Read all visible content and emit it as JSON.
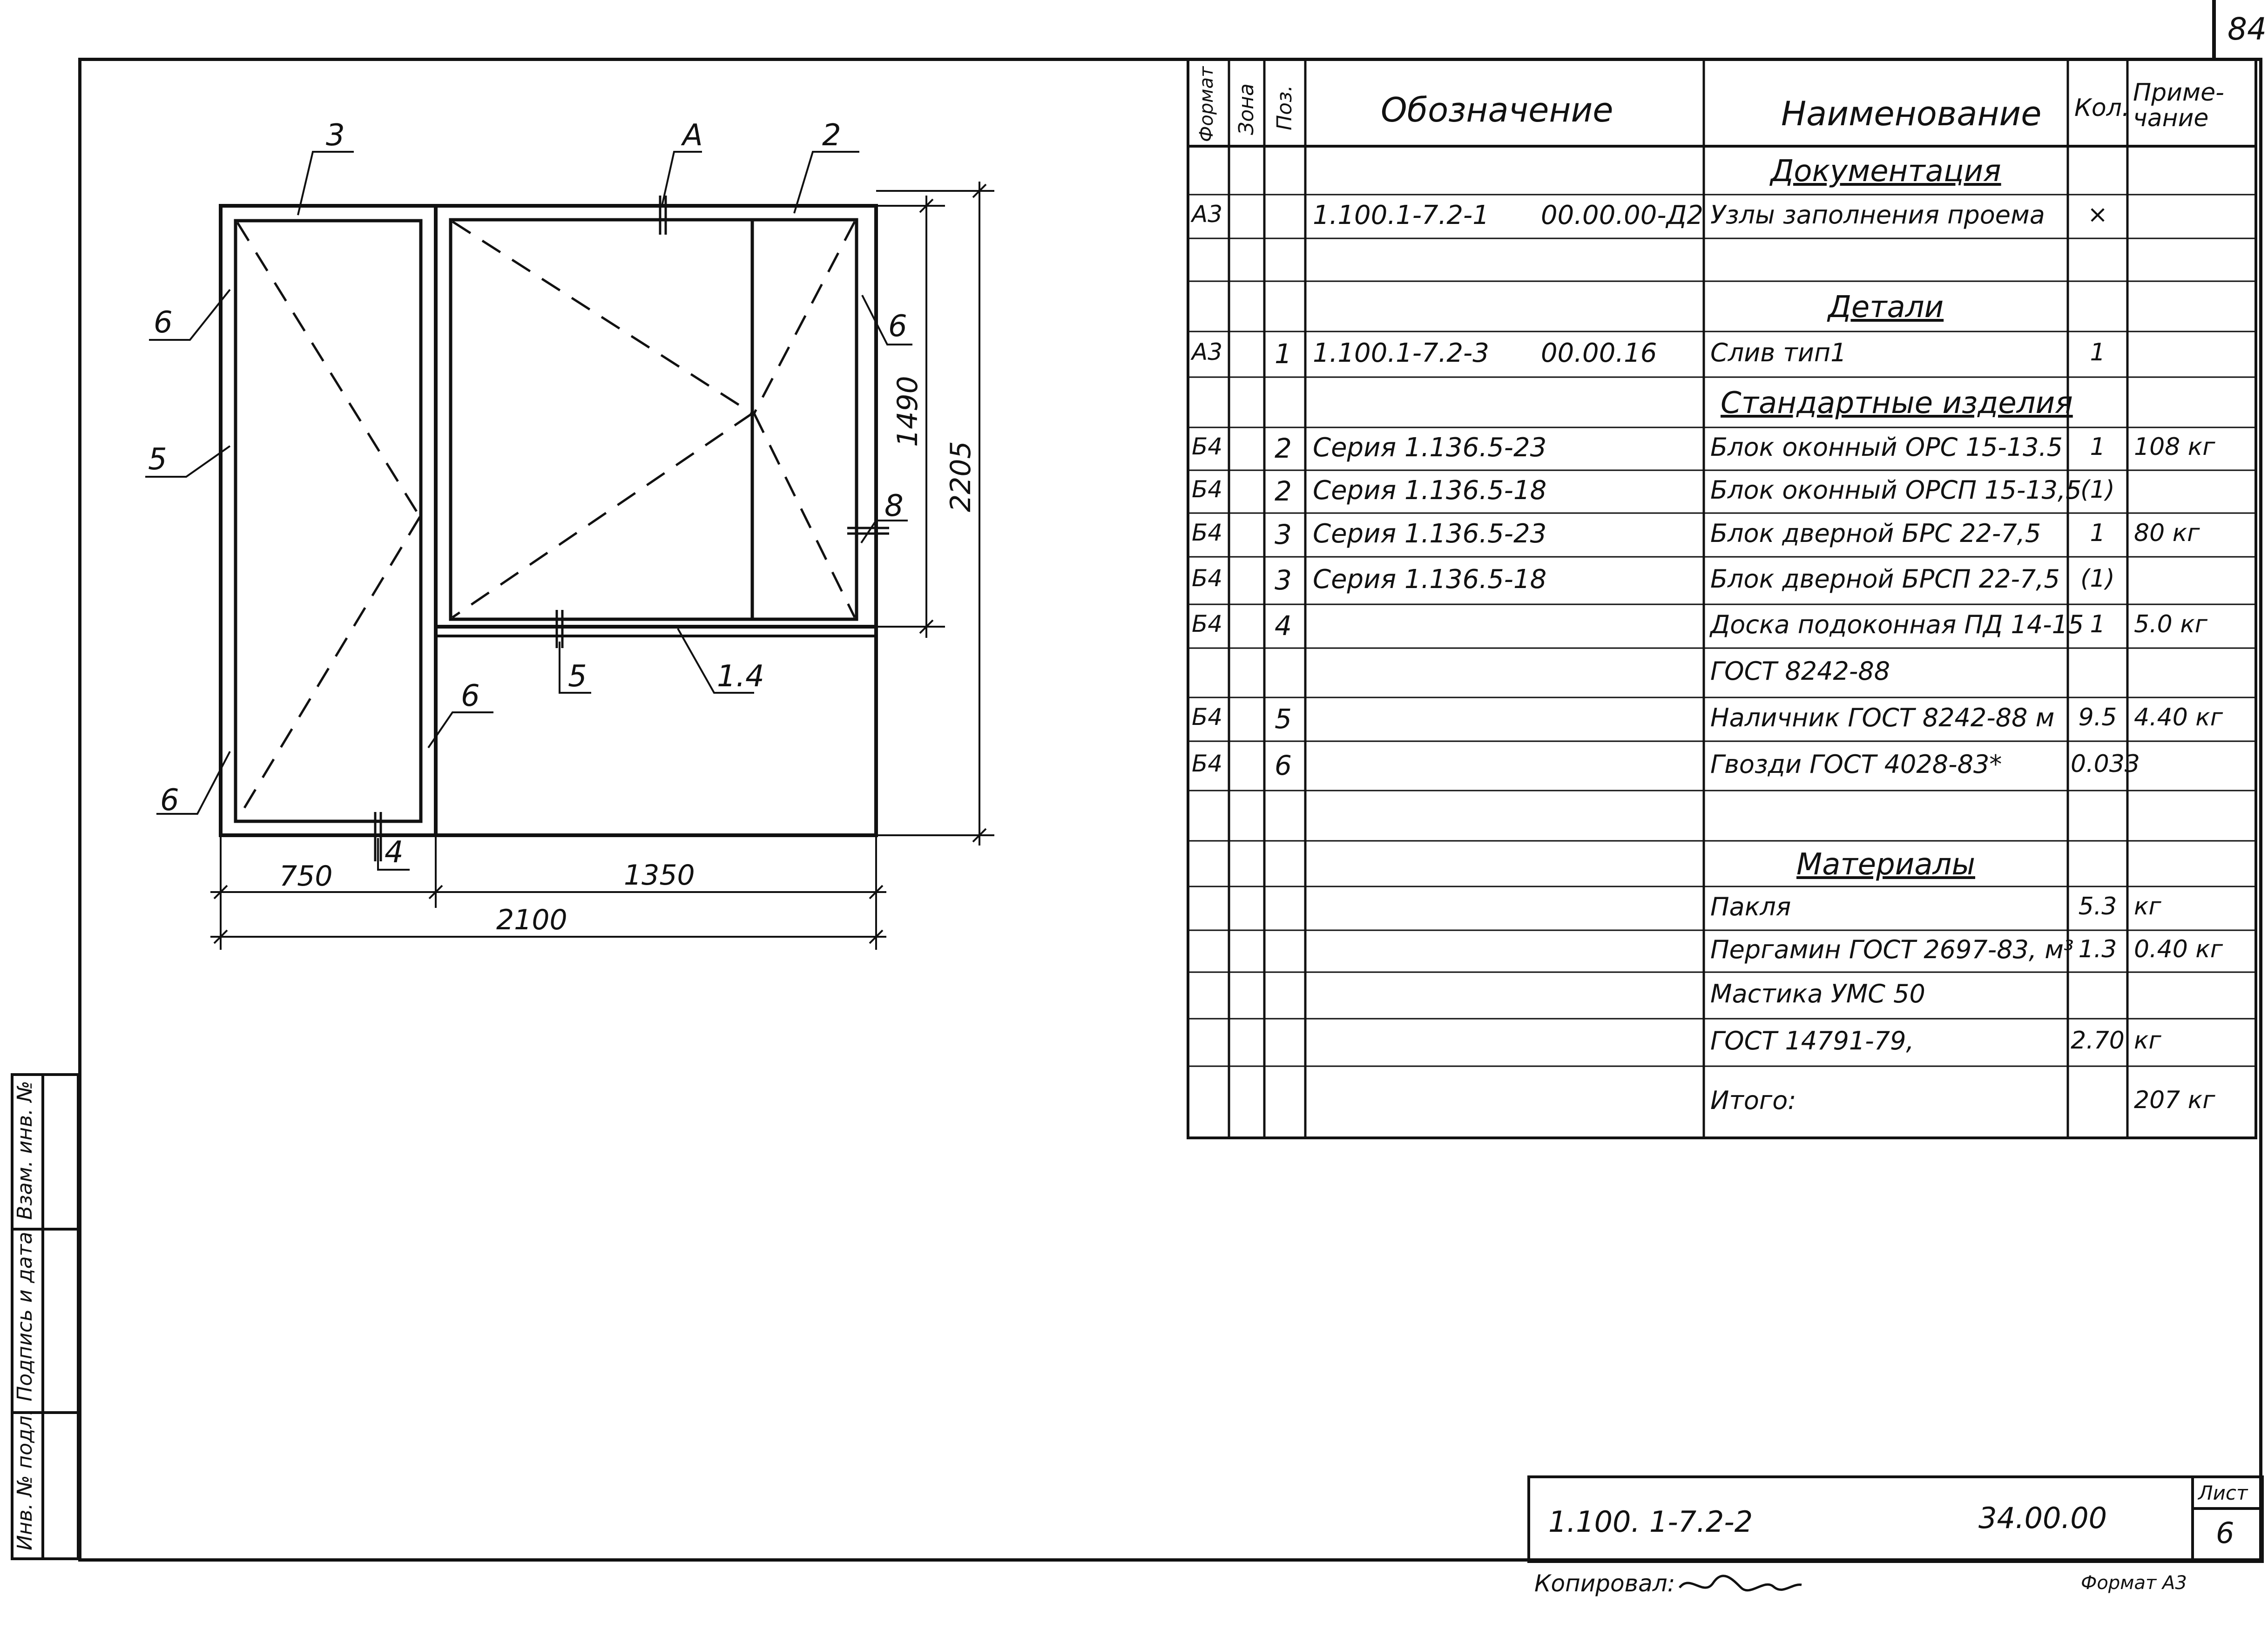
{
  "page_number": "84",
  "drawing": {
    "callouts": {
      "c3": "3",
      "cA": "A",
      "c2": "2",
      "c6_top_left": "6",
      "c5": "5",
      "c6_right": "6",
      "c8": "8",
      "c6_bottom_left": "6",
      "c6_mid": "6",
      "c5_bottom": "5",
      "c14": "1.4",
      "c4": "4"
    },
    "dimensions": {
      "d1490": "1490",
      "d2205": "2205",
      "d750": "750",
      "d1350": "1350",
      "d2100": "2100"
    }
  },
  "spec_table": {
    "headers": {
      "format": "Формат",
      "zone": "Зона",
      "pos": "Поз.",
      "designation": "Обозначение",
      "name": "Наименование",
      "qty": "Кол.",
      "note": "Приме-чание"
    },
    "rows": [
      {
        "format": "",
        "pos": "",
        "designation": "",
        "designation_code": "",
        "name": "Документация",
        "qty": "",
        "note": ""
      },
      {
        "format": "А3",
        "pos": "",
        "designation": "1.100.1-7.2-1",
        "designation_code": "00.00.00-Д2",
        "name": "Узлы заполнения проема",
        "qty": "×",
        "note": ""
      },
      {
        "format": "",
        "pos": "",
        "designation": "",
        "designation_code": "",
        "name": "",
        "qty": "",
        "note": ""
      },
      {
        "format": "",
        "pos": "",
        "designation": "",
        "designation_code": "",
        "name": "Детали",
        "qty": "",
        "note": ""
      },
      {
        "format": "А3",
        "pos": "1",
        "designation": "1.100.1-7.2-3",
        "designation_code": "00.00.16",
        "name": "Слив тип1",
        "qty": "1",
        "note": ""
      },
      {
        "format": "",
        "pos": "",
        "designation": "",
        "designation_code": "",
        "name": "Стандартные изделия",
        "qty": "",
        "note": ""
      },
      {
        "format": "Б4",
        "pos": "2",
        "designation": "Серия 1.136.5-23",
        "designation_code": "",
        "name": "Блок оконный ОРС 15-13.5",
        "qty": "1",
        "note": "108 кг"
      },
      {
        "format": "Б4",
        "pos": "2",
        "designation": "Серия 1.136.5-18",
        "designation_code": "",
        "name": "Блок оконный ОРСП 15-13,5",
        "qty": "(1)",
        "note": ""
      },
      {
        "format": "Б4",
        "pos": "3",
        "designation": "Серия 1.136.5-23",
        "designation_code": "",
        "name": "Блок дверной БРС 22-7,5",
        "qty": "1",
        "note": "80 кг"
      },
      {
        "format": "Б4",
        "pos": "3",
        "designation": "Серия 1.136.5-18",
        "designation_code": "",
        "name": "Блок дверной БРСП 22-7,5",
        "qty": "(1)",
        "note": ""
      },
      {
        "format": "Б4",
        "pos": "4",
        "designation": "",
        "designation_code": "",
        "name": "Доска подоконная ПД 14-15",
        "qty": "1",
        "note": "5.0 кг"
      },
      {
        "format": "",
        "pos": "",
        "designation": "",
        "designation_code": "",
        "name": "ГОСТ 8242-88",
        "qty": "",
        "note": ""
      },
      {
        "format": "Б4",
        "pos": "5",
        "designation": "",
        "designation_code": "",
        "name": "Наличник ГОСТ 8242-88 м",
        "qty": "9.5",
        "note": "4.40 кг"
      },
      {
        "format": "Б4",
        "pos": "6",
        "designation": "",
        "designation_code": "",
        "name": "Гвозди ГОСТ 4028-83*",
        "qty": "0.033",
        "note": ""
      },
      {
        "format": "",
        "pos": "",
        "designation": "",
        "designation_code": "",
        "name": "",
        "qty": "",
        "note": ""
      },
      {
        "format": "",
        "pos": "",
        "designation": "",
        "designation_code": "",
        "name": "Материалы",
        "qty": "",
        "note": ""
      },
      {
        "format": "",
        "pos": "",
        "designation": "",
        "designation_code": "",
        "name": "Пакля",
        "qty": "5.3",
        "note": "кг"
      },
      {
        "format": "",
        "pos": "",
        "designation": "",
        "designation_code": "",
        "name": "Пергамин ГОСТ 2697-83, м³",
        "qty": "1.3",
        "note": "0.40 кг"
      },
      {
        "format": "",
        "pos": "",
        "designation": "",
        "designation_code": "",
        "name": "Мастика УМС 50",
        "qty": "",
        "note": ""
      },
      {
        "format": "",
        "pos": "",
        "designation": "",
        "designation_code": "",
        "name": "ГОСТ 14791-79,",
        "qty": "2.70",
        "note": "кг"
      },
      {
        "format": "",
        "pos": "",
        "designation": "",
        "designation_code": "",
        "name": "Итого:",
        "qty": "",
        "note": "207 кг"
      }
    ]
  },
  "side_stamp": {
    "col1": "Инв. № подл.",
    "col2": "Подпись и дата",
    "col3": "Взам. инв. №"
  },
  "title_block": {
    "code": "1.100. 1-7.2-2",
    "number": "34.00.00",
    "sheet_label": "Лист",
    "sheet_value": "6"
  },
  "footer": {
    "copied": "Копировал:",
    "format": "Формат А3"
  }
}
